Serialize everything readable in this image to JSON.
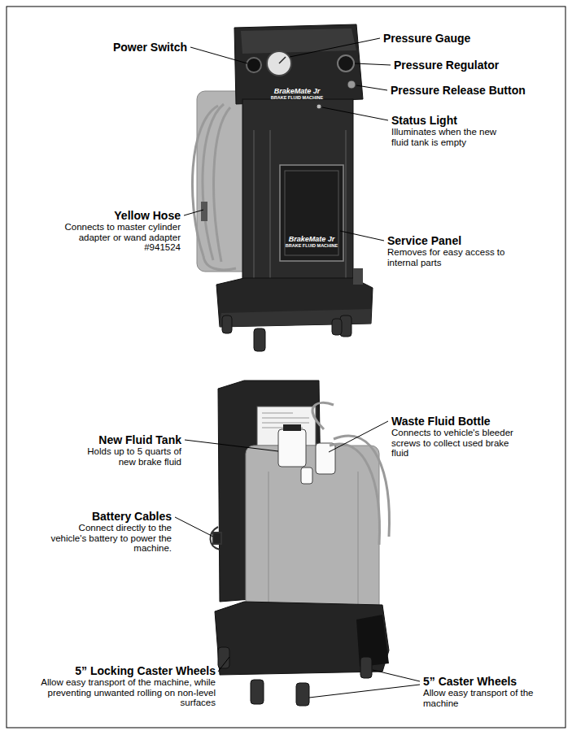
{
  "diagram": {
    "labels": [
      "Power Switch",
      "Pressure Gauge",
      "Pressure Regulator",
      "Pressure Release Button",
      "Status Light",
      "Illuminates when the new fluid tank is empty",
      "Yellow Hose",
      "Connects to master cylinder adapter or wand adapter #941524",
      "Service Panel",
      "Removes for easy access to internal parts",
      "New Fluid Tank",
      "Holds up to 5 quarts of new brake fluid",
      "Waste Fluid Bottle",
      "Connects to vehicle's bleeder screws to collect used brake fluid",
      "Battery Cables",
      "Connect directly to the vehicle's battery to power the machine.",
      "5” Locking Caster Wheels",
      "Allow easy transport of the machine, while preventing unwanted rolling on non-level surfaces",
      "5” Caster Wheels",
      "Allow easy transport of the machine",
      "BrakeMate Jr",
      "BRAKE FLUID MACHINE",
      "BrakeMate Jr",
      "BRAKE FLUID MACHINE"
    ]
  }
}
